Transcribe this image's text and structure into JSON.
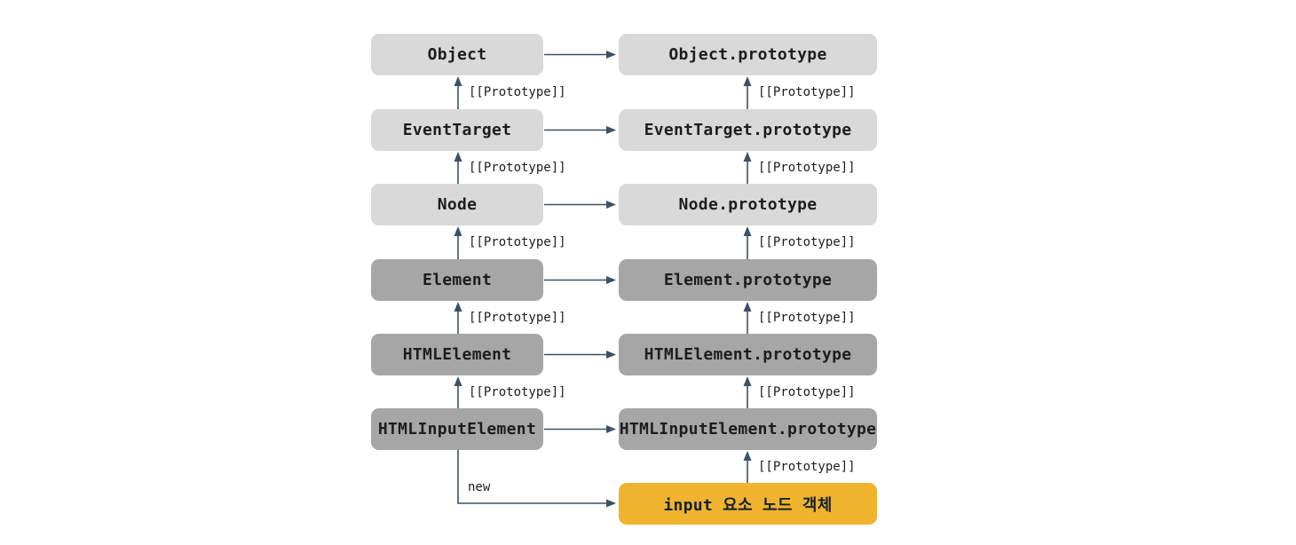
{
  "diagram": {
    "description": "DOM prototype chain diagram for an input element node object",
    "constructor_nodes": [
      {
        "label": "Object",
        "tone": "light"
      },
      {
        "label": "EventTarget",
        "tone": "light"
      },
      {
        "label": "Node",
        "tone": "light"
      },
      {
        "label": "Element",
        "tone": "dark"
      },
      {
        "label": "HTMLElement",
        "tone": "dark"
      },
      {
        "label": "HTMLInputElement",
        "tone": "dark"
      }
    ],
    "prototype_nodes": [
      {
        "label": "Object.prototype",
        "tone": "light"
      },
      {
        "label": "EventTarget.prototype",
        "tone": "light"
      },
      {
        "label": "Node.prototype",
        "tone": "light"
      },
      {
        "label": "Element.prototype",
        "tone": "dark"
      },
      {
        "label": "HTMLElement.prototype",
        "tone": "dark"
      },
      {
        "label": "HTMLInputElement.prototype",
        "tone": "dark"
      }
    ],
    "instance_node": {
      "label": "input 요소 노드 객체",
      "tone": "yellow"
    },
    "edge_labels": {
      "prototype": "[[Prototype]]",
      "new": "new"
    },
    "colors": {
      "light_box": "#d9d9d9",
      "dark_box": "#a6a6a6",
      "instance_box": "#efb32d",
      "arrow": "#3d5163",
      "text": "#1d1d1d",
      "background": "#ffffff"
    }
  }
}
